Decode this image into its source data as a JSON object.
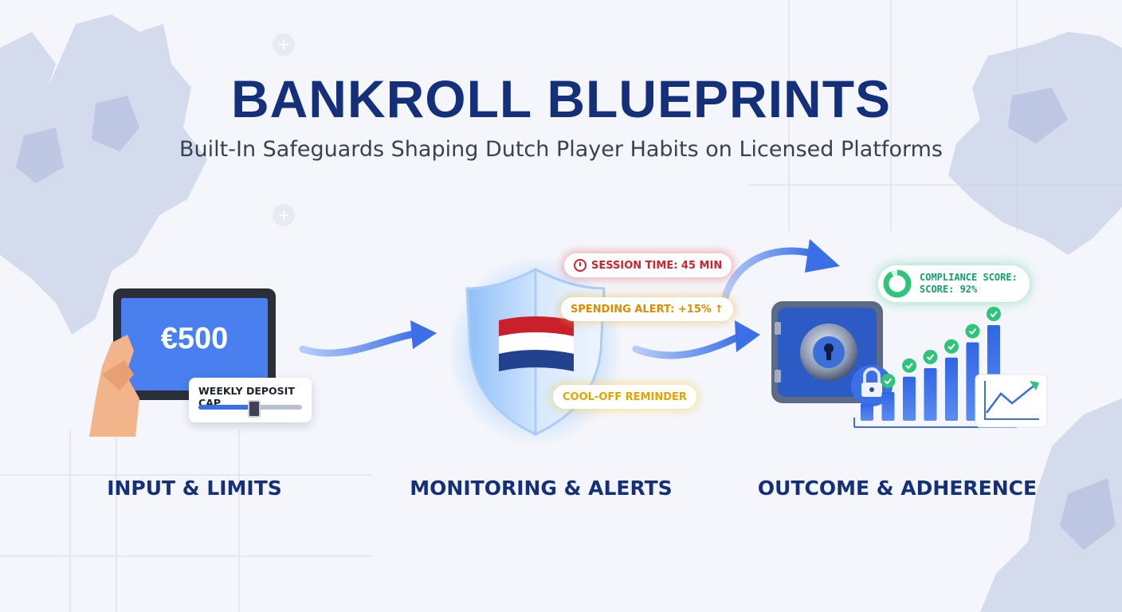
{
  "header": {
    "title": "BANKROLL BLUEPRINTS",
    "subtitle": "Built-In Safeguards Shaping Dutch Player Habits on Licensed Platforms"
  },
  "stages": [
    {
      "label": "INPUT & LIMITS"
    },
    {
      "label": "MONITORING & ALERTS"
    },
    {
      "label": "OUTCOME & ADHERENCE"
    }
  ],
  "input": {
    "amount": "€500",
    "cap_label": "WEEKLY DEPOSIT CAP",
    "cap_level": 0.52
  },
  "alerts": {
    "session": "SESSION TIME: 45 MIN",
    "spending": "SPENDING ALERT: +15%",
    "cooloff": "COOL-OFF REMINDER"
  },
  "outcome": {
    "score_line1": "COMPLIANCE SCORE:",
    "score_line2": "SCORE: 92%",
    "score_value": 92,
    "bars": [
      0.18,
      0.3,
      0.46,
      0.55,
      0.66,
      0.82,
      1.0
    ]
  },
  "colors": {
    "title": "#14307a",
    "accent_blue": "#3a6fe8",
    "alert_red": "#d2232a",
    "alert_orange": "#e08a00",
    "alert_yellow": "#e2a400",
    "success_green": "#2fc47a",
    "map": "#c7d0e6"
  }
}
